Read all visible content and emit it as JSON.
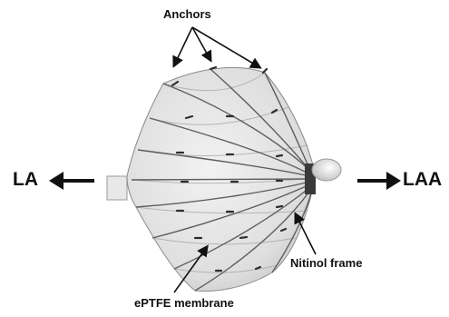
{
  "labels": {
    "anchors": "Anchors",
    "left_atrium": "LA",
    "left_atrial_appendage": "LAA",
    "frame": "Nitinol frame",
    "membrane": "ePTFE membrane"
  },
  "colors": {
    "background": "#ffffff",
    "device_fill": "#e6e6e6",
    "membrane_shade": "#cfcfcf",
    "frame_lines": "#6a6a6a",
    "text": "#111111"
  }
}
